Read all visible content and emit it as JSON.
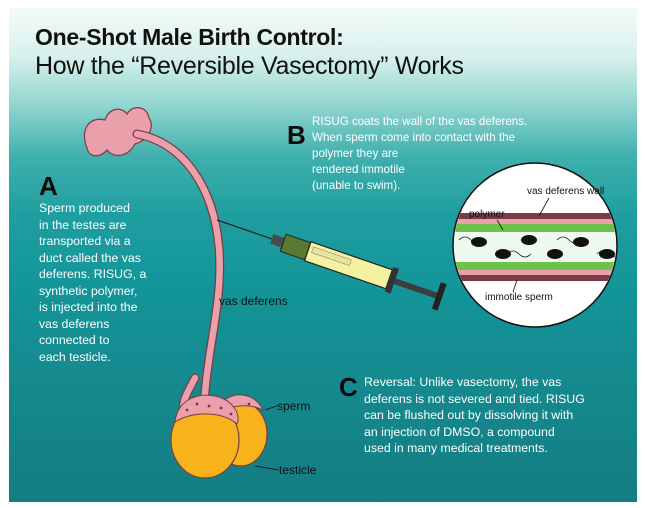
{
  "header": {
    "title": "One-Shot Male Birth Control:",
    "subtitle": "How the “Reversible Vasectomy” Works"
  },
  "panel_a": {
    "letter": "A",
    "text": "Sperm produced\nin the testes are\ntransported via a\nduct called the vas\ndeferens. RISUG, a\nsynthetic polymer,\nis injected into the\nvas deferens\nconnected to\neach testicle."
  },
  "panel_b": {
    "letter": "B",
    "text": "RISUG coats the wall of the vas deferens.\nWhen sperm come into contact with the\npolymer they are\nrendered immotile\n(unable to swim)."
  },
  "panel_c": {
    "letter": "C",
    "text": "Reversal: Unlike vasectomy, the vas\ndeferens is not severed and tied. RISUG\ncan be flushed out by dissolving it with\nan injection of DMSO, a compound\nused in many medical treatments."
  },
  "labels": {
    "vas_deferens": "vas deferens",
    "sperm": "sperm",
    "testicle": "testicle",
    "wall": "vas deferens wall",
    "polymer": "polymer",
    "immotile": "immotile sperm"
  },
  "colors": {
    "duct": "#e9a0ab",
    "duct_outline": "#7a3b44",
    "testicle": "#f8b31c",
    "polymer_band": "#6cc24a",
    "syringe_fluid": "#f4f1a0"
  }
}
